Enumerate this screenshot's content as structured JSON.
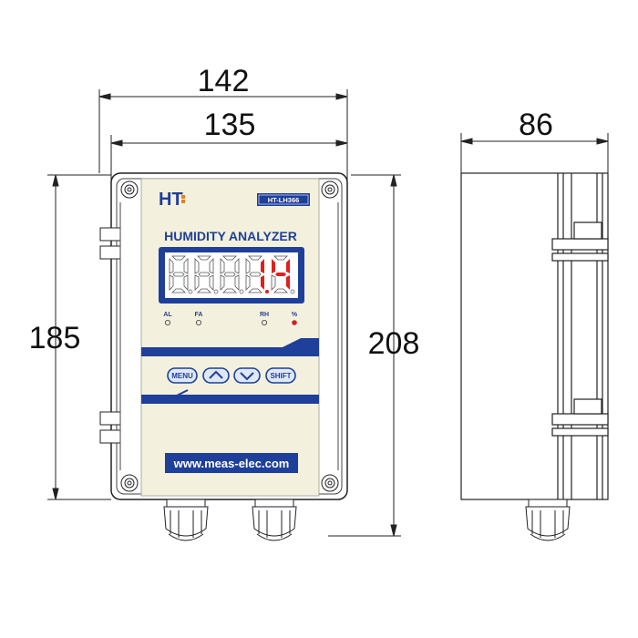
{
  "dimensions": {
    "total_width": "142",
    "inner_width": "135",
    "height_body": "185",
    "height_total": "208",
    "depth": "86"
  },
  "device": {
    "brand": "HT",
    "model": "HT-LH366",
    "title": "HUMIDITY ANALYZER",
    "display_digits": [
      "8",
      "8",
      "8",
      "1",
      "4"
    ],
    "display_value": "1.4",
    "indicators": [
      "AL",
      "FA",
      "RH",
      "%"
    ],
    "buttons": [
      "MENU",
      "▲",
      "▼",
      "SHIFT"
    ],
    "website": "www.meas-elec.com"
  },
  "colors": {
    "panel": "#f3f1dd",
    "brand_blue": "#1e3f9a",
    "led_red": "#e0201c",
    "led_off": "#c9c9c9",
    "indicator_red": "#d81e1e"
  }
}
